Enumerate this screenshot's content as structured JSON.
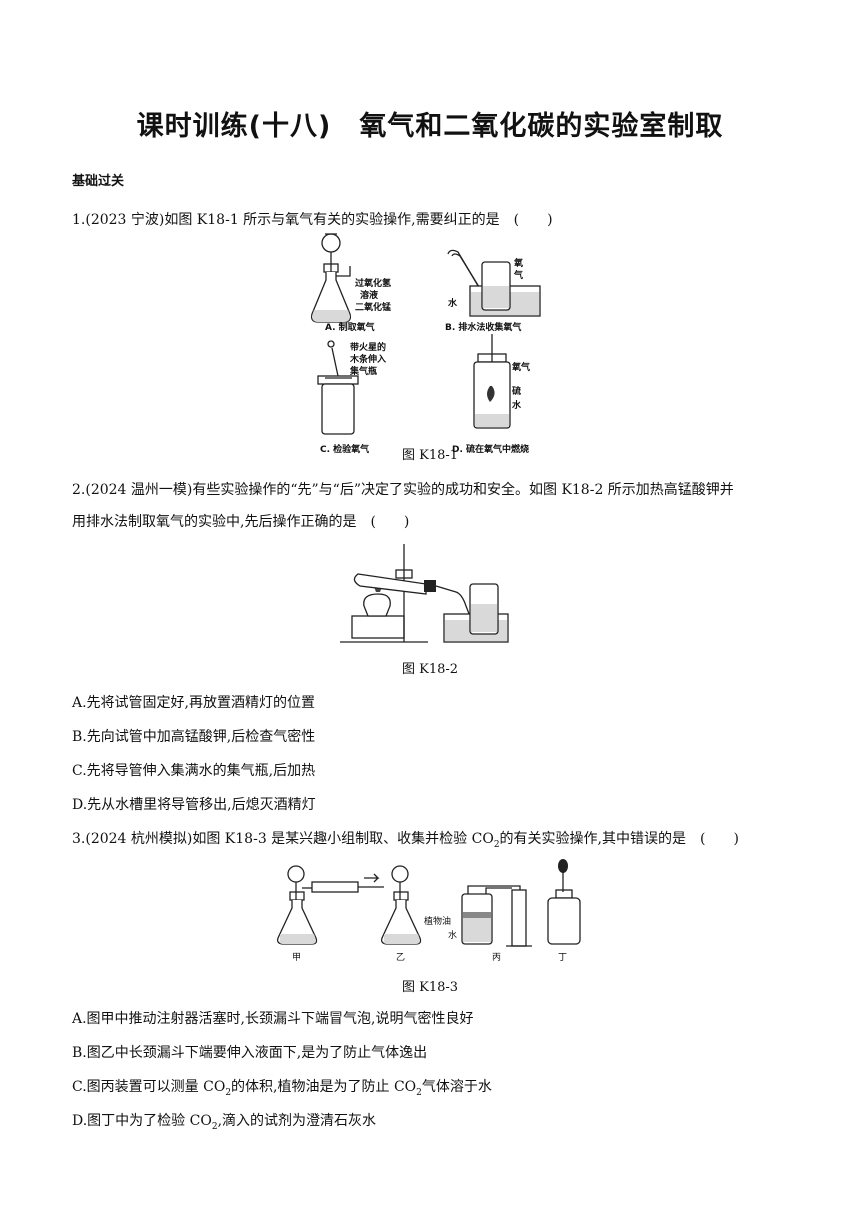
{
  "title": "课时训练(十八)　氧气和二氧化碳的实验室制取",
  "section": "基础过关",
  "q1": {
    "text": "1.(2023 宁波)如图 K18-1 所示与氧气有关的实验操作,需要纠正的是　(　　)",
    "figure": {
      "caption": "图 K18-1",
      "a_caption": "A. 制取氧气",
      "a_label1": "过氧化氢",
      "a_label2": "溶液",
      "a_label3": "二氧化锰",
      "b_caption": "B. 排水法收集氧气",
      "b_label1": "氧",
      "b_label2": "气",
      "b_label3": "水",
      "c_caption": "C. 检验氧气",
      "c_label1": "带火星的",
      "c_label2": "木条伸入",
      "c_label3": "集气瓶",
      "d_caption": "D. 硫在氧气中燃烧",
      "d_label1": "氧气",
      "d_label2": "硫",
      "d_label3": "水"
    }
  },
  "q2": {
    "line1": "2.(2024 温州一模)有些实验操作的“先”与“后”决定了实验的成功和安全。如图 K18-2 所示加热高锰酸钾并",
    "line2": "用排水法制取氧气的实验中,先后操作正确的是　(　　)",
    "caption": "图 K18-2",
    "options": {
      "a": "A.先将试管固定好,再放置酒精灯的位置",
      "b": "B.先向试管中加高锰酸钾,后检查气密性",
      "c": "C.先将导管伸入集满水的集气瓶,后加热",
      "d": "D.先从水槽里将导管移出,后熄灭酒精灯"
    }
  },
  "q3": {
    "text_before": "3.(2024 杭州模拟)如图 K18-3 是某兴趣小组制取、收集并检验 CO",
    "text_sub": "2",
    "text_after": "的有关实验操作,其中错误的是　(　　)",
    "caption": "图 K18-3",
    "labels": {
      "jia": "甲",
      "yi": "乙",
      "bing": "丙",
      "ding": "丁",
      "oil": "植物油",
      "water": "水"
    },
    "options": {
      "a": "A.图甲中推动注射器活塞时,长颈漏斗下端冒气泡,说明气密性良好",
      "b": "B.图乙中长颈漏斗下端要伸入液面下,是为了防止气体逸出",
      "c_before": "C.图丙装置可以测量 CO",
      "c_mid": "的体积,植物油是为了防止 CO",
      "c_after": "气体溶于水",
      "d_before": "D.图丁中为了检验 CO",
      "d_after": ",滴入的试剂为澄清石灰水",
      "sub": "2"
    }
  }
}
